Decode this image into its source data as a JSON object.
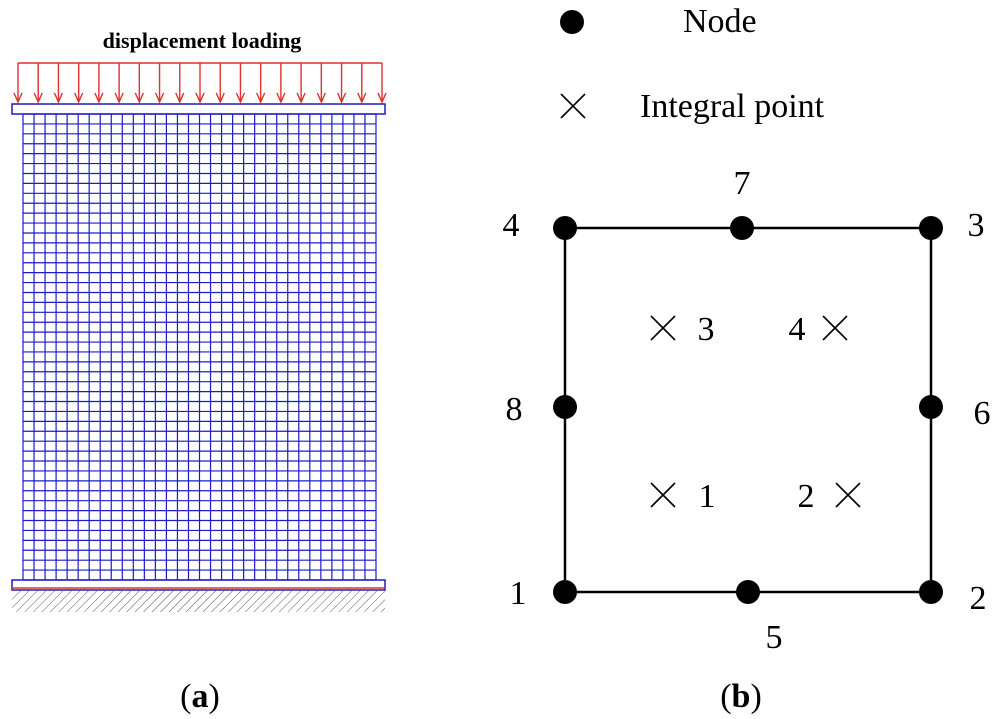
{
  "panel_a": {
    "load_label": "displacement loading",
    "caption_letter": "a",
    "mesh_color": "#1c1cc8",
    "load_color": "#e03030",
    "base_line_color": "#e03030",
    "support_hatch_color": "#555555"
  },
  "panel_b": {
    "legend": {
      "node_label": "Node",
      "integral_point_label": "Integral point"
    },
    "node_numbers": {
      "n1": "1",
      "n2": "2",
      "n3": "3",
      "n4": "4",
      "n5": "5",
      "n6": "6",
      "n7": "7",
      "n8": "8"
    },
    "integral_point_numbers": {
      "p1": "1",
      "p2": "2",
      "p3": "3",
      "p4": "4"
    },
    "caption_letter": "b"
  },
  "caption_parens": {
    "open": "(",
    "close": ")"
  }
}
